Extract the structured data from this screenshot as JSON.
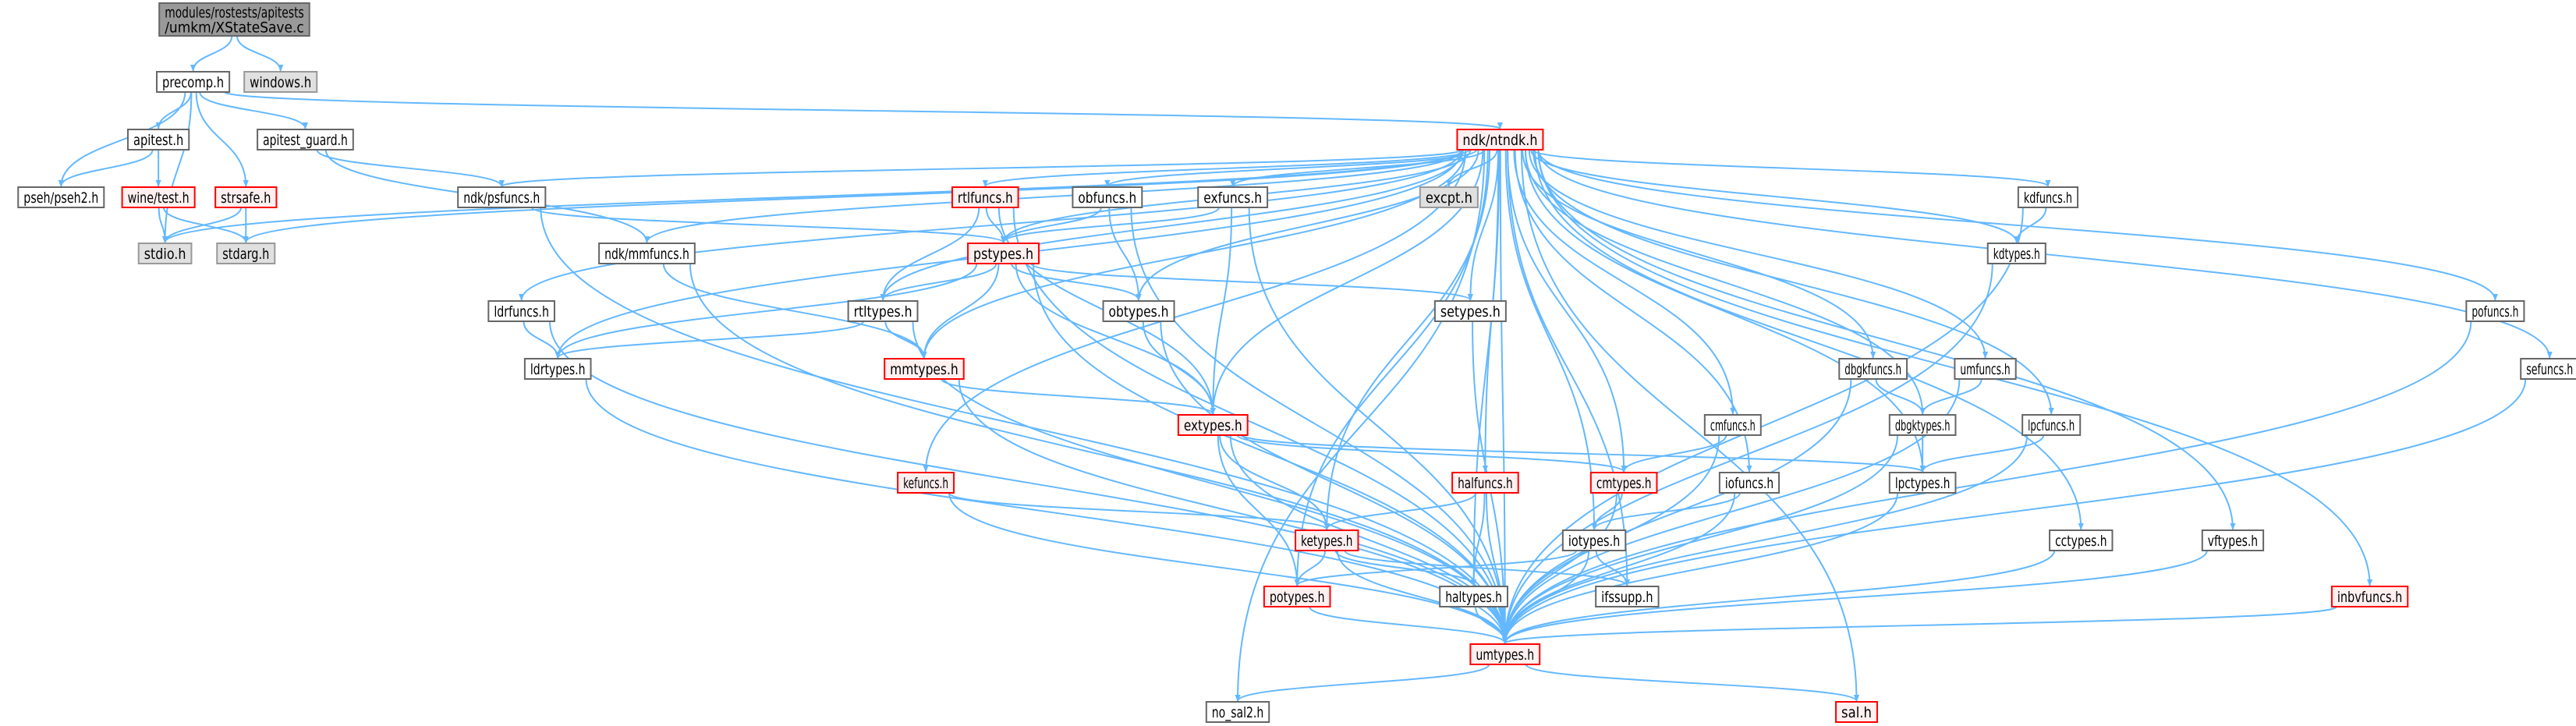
{
  "graph": {
    "colors": {
      "edge": "#63b8ff",
      "root_fill": "#999999",
      "root_border": "#666666",
      "normal_fill": "#ffffff",
      "normal_border": "#666666",
      "external_fill": "#e0e0e0",
      "external_border": "#999999",
      "warn_fill": "#fff0f0",
      "warn_border": "#ff0000"
    },
    "nodes": [
      {
        "id": "root",
        "lines": [
          "modules/rostests/apitests",
          "/umkm/XStateSave.c"
        ],
        "style": "root"
      },
      {
        "id": "precomp",
        "lines": [
          "precomp.h"
        ],
        "style": "normal"
      },
      {
        "id": "windows",
        "lines": [
          "windows.h"
        ],
        "style": "external"
      },
      {
        "id": "apitest",
        "lines": [
          "apitest.h"
        ],
        "style": "normal"
      },
      {
        "id": "apitest_guard",
        "lines": [
          "apitest_guard.h"
        ],
        "style": "normal"
      },
      {
        "id": "ntndk",
        "lines": [
          "ndk/ntndk.h"
        ],
        "style": "warn"
      },
      {
        "id": "pseh",
        "lines": [
          "pseh/pseh2.h"
        ],
        "style": "normal"
      },
      {
        "id": "winetest",
        "lines": [
          "wine/test.h"
        ],
        "style": "warn"
      },
      {
        "id": "strsafe",
        "lines": [
          "strsafe.h"
        ],
        "style": "warn"
      },
      {
        "id": "psfuncs",
        "lines": [
          "ndk/psfuncs.h"
        ],
        "style": "normal"
      },
      {
        "id": "rtlfuncs",
        "lines": [
          "rtlfuncs.h"
        ],
        "style": "warn"
      },
      {
        "id": "obfuncs",
        "lines": [
          "obfuncs.h"
        ],
        "style": "normal"
      },
      {
        "id": "exfuncs",
        "lines": [
          "exfuncs.h"
        ],
        "style": "normal"
      },
      {
        "id": "excpt",
        "lines": [
          "excpt.h"
        ],
        "style": "external"
      },
      {
        "id": "kdfuncs",
        "lines": [
          "kdfuncs.h"
        ],
        "style": "normal"
      },
      {
        "id": "stdio",
        "lines": [
          "stdio.h"
        ],
        "style": "external"
      },
      {
        "id": "stdarg",
        "lines": [
          "stdarg.h"
        ],
        "style": "external"
      },
      {
        "id": "mmfuncs",
        "lines": [
          "ndk/mmfuncs.h"
        ],
        "style": "normal"
      },
      {
        "id": "pstypes",
        "lines": [
          "pstypes.h"
        ],
        "style": "warn"
      },
      {
        "id": "kdtypes",
        "lines": [
          "kdtypes.h"
        ],
        "style": "normal"
      },
      {
        "id": "ldrfuncs",
        "lines": [
          "ldrfuncs.h"
        ],
        "style": "normal"
      },
      {
        "id": "rtltypes",
        "lines": [
          "rtltypes.h"
        ],
        "style": "normal"
      },
      {
        "id": "obtypes",
        "lines": [
          "obtypes.h"
        ],
        "style": "normal"
      },
      {
        "id": "setypes",
        "lines": [
          "setypes.h"
        ],
        "style": "normal"
      },
      {
        "id": "pofuncs",
        "lines": [
          "pofuncs.h"
        ],
        "style": "normal"
      },
      {
        "id": "ldrtypes",
        "lines": [
          "ldrtypes.h"
        ],
        "style": "normal"
      },
      {
        "id": "mmtypes",
        "lines": [
          "mmtypes.h"
        ],
        "style": "warn"
      },
      {
        "id": "dbgkfuncs",
        "lines": [
          "dbgkfuncs.h"
        ],
        "style": "normal"
      },
      {
        "id": "umfuncs",
        "lines": [
          "umfuncs.h"
        ],
        "style": "normal"
      },
      {
        "id": "sefuncs",
        "lines": [
          "sefuncs.h"
        ],
        "style": "normal"
      },
      {
        "id": "extypes",
        "lines": [
          "extypes.h"
        ],
        "style": "warn"
      },
      {
        "id": "cmfuncs",
        "lines": [
          "cmfuncs.h"
        ],
        "style": "normal"
      },
      {
        "id": "dbgktypes",
        "lines": [
          "dbgktypes.h"
        ],
        "style": "normal"
      },
      {
        "id": "lpcfuncs",
        "lines": [
          "lpcfuncs.h"
        ],
        "style": "normal"
      },
      {
        "id": "kefuncs",
        "lines": [
          "kefuncs.h"
        ],
        "style": "warn"
      },
      {
        "id": "halfuncs",
        "lines": [
          "halfuncs.h"
        ],
        "style": "warn"
      },
      {
        "id": "cmtypes",
        "lines": [
          "cmtypes.h"
        ],
        "style": "warn"
      },
      {
        "id": "iofuncs",
        "lines": [
          "iofuncs.h"
        ],
        "style": "normal"
      },
      {
        "id": "lpctypes",
        "lines": [
          "lpctypes.h"
        ],
        "style": "normal"
      },
      {
        "id": "ketypes",
        "lines": [
          "ketypes.h"
        ],
        "style": "warn"
      },
      {
        "id": "iotypes",
        "lines": [
          "iotypes.h"
        ],
        "style": "normal"
      },
      {
        "id": "cctypes",
        "lines": [
          "cctypes.h"
        ],
        "style": "normal"
      },
      {
        "id": "vftypes",
        "lines": [
          "vftypes.h"
        ],
        "style": "normal"
      },
      {
        "id": "potypes",
        "lines": [
          "potypes.h"
        ],
        "style": "warn"
      },
      {
        "id": "haltypes",
        "lines": [
          "haltypes.h"
        ],
        "style": "normal"
      },
      {
        "id": "ifssupp",
        "lines": [
          "ifssupp.h"
        ],
        "style": "normal"
      },
      {
        "id": "inbvfuncs",
        "lines": [
          "inbvfuncs.h"
        ],
        "style": "warn"
      },
      {
        "id": "umtypes",
        "lines": [
          "umtypes.h"
        ],
        "style": "warn"
      },
      {
        "id": "no_sal2",
        "lines": [
          "no_sal2.h"
        ],
        "style": "normal"
      },
      {
        "id": "sal",
        "lines": [
          "sal.h"
        ],
        "style": "warn"
      }
    ],
    "edges": [
      [
        "root",
        "precomp"
      ],
      [
        "root",
        "windows"
      ],
      [
        "precomp",
        "apitest"
      ],
      [
        "precomp",
        "apitest_guard"
      ],
      [
        "precomp",
        "pseh"
      ],
      [
        "precomp",
        "stdio"
      ],
      [
        "precomp",
        "strsafe"
      ],
      [
        "precomp",
        "ntndk"
      ],
      [
        "apitest",
        "pseh"
      ],
      [
        "apitest",
        "winetest"
      ],
      [
        "winetest",
        "stdio"
      ],
      [
        "winetest",
        "stdarg"
      ],
      [
        "strsafe",
        "stdio"
      ],
      [
        "strsafe",
        "stdarg"
      ],
      [
        "apitest_guard",
        "psfuncs"
      ],
      [
        "apitest_guard",
        "mmfuncs"
      ],
      [
        "ntndk",
        "stdio"
      ],
      [
        "ntndk",
        "stdarg"
      ],
      [
        "ntndk",
        "psfuncs"
      ],
      [
        "ntndk",
        "mmfuncs"
      ],
      [
        "ntndk",
        "ldrfuncs"
      ],
      [
        "ntndk",
        "ldrtypes"
      ],
      [
        "ntndk",
        "rtlfuncs"
      ],
      [
        "ntndk",
        "rtltypes"
      ],
      [
        "ntndk",
        "obfuncs"
      ],
      [
        "ntndk",
        "pstypes"
      ],
      [
        "ntndk",
        "exfuncs"
      ],
      [
        "ntndk",
        "excpt"
      ],
      [
        "ntndk",
        "obtypes"
      ],
      [
        "ntndk",
        "mmtypes"
      ],
      [
        "ntndk",
        "setypes"
      ],
      [
        "ntndk",
        "kefuncs"
      ],
      [
        "ntndk",
        "extypes"
      ],
      [
        "ntndk",
        "ketypes"
      ],
      [
        "ntndk",
        "potypes"
      ],
      [
        "ntndk",
        "haltypes"
      ],
      [
        "ntndk",
        "halfuncs"
      ],
      [
        "ntndk",
        "cmfuncs"
      ],
      [
        "ntndk",
        "cmtypes"
      ],
      [
        "ntndk",
        "iofuncs"
      ],
      [
        "ntndk",
        "iotypes"
      ],
      [
        "ntndk",
        "ifssupp"
      ],
      [
        "ntndk",
        "umtypes"
      ],
      [
        "ntndk",
        "dbgkfuncs"
      ],
      [
        "ntndk",
        "dbgktypes"
      ],
      [
        "ntndk",
        "umfuncs"
      ],
      [
        "ntndk",
        "lpcfuncs"
      ],
      [
        "ntndk",
        "lpctypes"
      ],
      [
        "ntndk",
        "kdfuncs"
      ],
      [
        "ntndk",
        "kdtypes"
      ],
      [
        "ntndk",
        "cctypes"
      ],
      [
        "ntndk",
        "vftypes"
      ],
      [
        "ntndk",
        "inbvfuncs"
      ],
      [
        "ntndk",
        "pofuncs"
      ],
      [
        "ntndk",
        "sefuncs"
      ],
      [
        "ntndk",
        "sal"
      ],
      [
        "ntndk",
        "no_sal2"
      ],
      [
        "psfuncs",
        "pstypes"
      ],
      [
        "psfuncs",
        "umtypes"
      ],
      [
        "mmfuncs",
        "mmtypes"
      ],
      [
        "mmfuncs",
        "umtypes"
      ],
      [
        "rtlfuncs",
        "pstypes"
      ],
      [
        "rtlfuncs",
        "rtltypes"
      ],
      [
        "rtlfuncs",
        "extypes"
      ],
      [
        "rtlfuncs",
        "umtypes"
      ],
      [
        "obfuncs",
        "pstypes"
      ],
      [
        "obfuncs",
        "obtypes"
      ],
      [
        "obfuncs",
        "umtypes"
      ],
      [
        "exfuncs",
        "pstypes"
      ],
      [
        "exfuncs",
        "extypes"
      ],
      [
        "exfuncs",
        "umtypes"
      ],
      [
        "pstypes",
        "rtltypes"
      ],
      [
        "pstypes",
        "ldrtypes"
      ],
      [
        "pstypes",
        "mmtypes"
      ],
      [
        "pstypes",
        "obtypes"
      ],
      [
        "pstypes",
        "extypes"
      ],
      [
        "pstypes",
        "setypes"
      ],
      [
        "pstypes",
        "umtypes"
      ],
      [
        "ldrfuncs",
        "ldrtypes"
      ],
      [
        "ldrfuncs",
        "umtypes"
      ],
      [
        "rtltypes",
        "ldrtypes"
      ],
      [
        "rtltypes",
        "mmtypes"
      ],
      [
        "rtltypes",
        "umtypes"
      ],
      [
        "ldrtypes",
        "umtypes"
      ],
      [
        "mmtypes",
        "extypes"
      ],
      [
        "mmtypes",
        "umtypes"
      ],
      [
        "obtypes",
        "extypes"
      ],
      [
        "obtypes",
        "umtypes"
      ],
      [
        "setypes",
        "umtypes"
      ],
      [
        "extypes",
        "ketypes"
      ],
      [
        "extypes",
        "potypes"
      ],
      [
        "extypes",
        "cmtypes"
      ],
      [
        "extypes",
        "lpctypes"
      ],
      [
        "extypes",
        "umtypes"
      ],
      [
        "kefuncs",
        "ketypes"
      ],
      [
        "kefuncs",
        "umtypes"
      ],
      [
        "halfuncs",
        "ketypes"
      ],
      [
        "halfuncs",
        "haltypes"
      ],
      [
        "halfuncs",
        "umtypes"
      ],
      [
        "cmfuncs",
        "cmtypes"
      ],
      [
        "cmfuncs",
        "umtypes"
      ],
      [
        "cmtypes",
        "iotypes"
      ],
      [
        "cmtypes",
        "umtypes"
      ],
      [
        "iofuncs",
        "iotypes"
      ],
      [
        "iofuncs",
        "umtypes"
      ],
      [
        "iotypes",
        "potypes"
      ],
      [
        "iotypes",
        "ifssupp"
      ],
      [
        "iotypes",
        "umtypes"
      ],
      [
        "ketypes",
        "potypes"
      ],
      [
        "ketypes",
        "haltypes"
      ],
      [
        "ketypes",
        "ifssupp"
      ],
      [
        "ketypes",
        "umtypes"
      ],
      [
        "potypes",
        "umtypes"
      ],
      [
        "haltypes",
        "umtypes"
      ],
      [
        "dbgkfuncs",
        "dbgktypes"
      ],
      [
        "dbgkfuncs",
        "umtypes"
      ],
      [
        "umfuncs",
        "dbgktypes"
      ],
      [
        "umfuncs",
        "umtypes"
      ],
      [
        "dbgktypes",
        "lpctypes"
      ],
      [
        "dbgktypes",
        "umtypes"
      ],
      [
        "lpcfuncs",
        "lpctypes"
      ],
      [
        "lpcfuncs",
        "umtypes"
      ],
      [
        "lpctypes",
        "umtypes"
      ],
      [
        "kdfuncs",
        "kdtypes"
      ],
      [
        "kdfuncs",
        "umtypes"
      ],
      [
        "kdtypes",
        "umtypes"
      ],
      [
        "cctypes",
        "umtypes"
      ],
      [
        "vftypes",
        "umtypes"
      ],
      [
        "inbvfuncs",
        "umtypes"
      ],
      [
        "pofuncs",
        "umtypes"
      ],
      [
        "sefuncs",
        "umtypes"
      ],
      [
        "umtypes",
        "no_sal2"
      ],
      [
        "umtypes",
        "sal"
      ]
    ]
  }
}
